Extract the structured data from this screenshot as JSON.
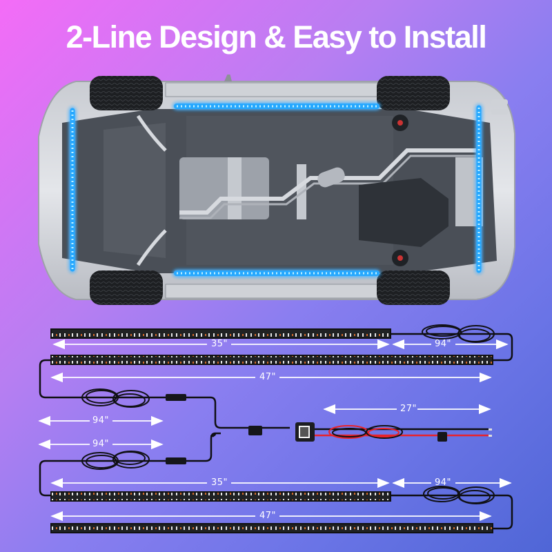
{
  "header": {
    "title": "2-Line Design & Easy to Install"
  },
  "colors": {
    "gradient_top_left": "#f46cf7",
    "gradient_top_right": "#a07cf0",
    "gradient_bottom_left": "#8a7cf0",
    "gradient_bottom_right": "#4f66d6",
    "led_glow": "#2fb8ff",
    "strip_body": "#1a1a1a",
    "cable": "#111111",
    "power_red": "#e8232a",
    "title_text": "#ffffff"
  },
  "car_illustration": {
    "view": "underside",
    "led_strips": [
      {
        "position": "left-side",
        "orientation": "horizontal"
      },
      {
        "position": "right-side",
        "orientation": "horizontal"
      },
      {
        "position": "front",
        "orientation": "vertical"
      },
      {
        "position": "rear",
        "orientation": "vertical"
      }
    ]
  },
  "kit_diagram": {
    "dimensions": {
      "strip_top_short": "35\"",
      "cable_top_right": "94\"",
      "strip_top_long": "47\"",
      "cable_mid_upper": "94\"",
      "cable_mid_lower": "94\"",
      "power_cable": "27\"",
      "strip_bottom_short": "35\"",
      "cable_bottom_right": "94\"",
      "strip_bottom_long": "47\""
    },
    "components": [
      "LED strip 35\"",
      "LED strip 47\"",
      "LED strip 35\"",
      "LED strip 47\"",
      "Y-splitter",
      "Bluetooth control box",
      "Power cable with fuse"
    ]
  }
}
